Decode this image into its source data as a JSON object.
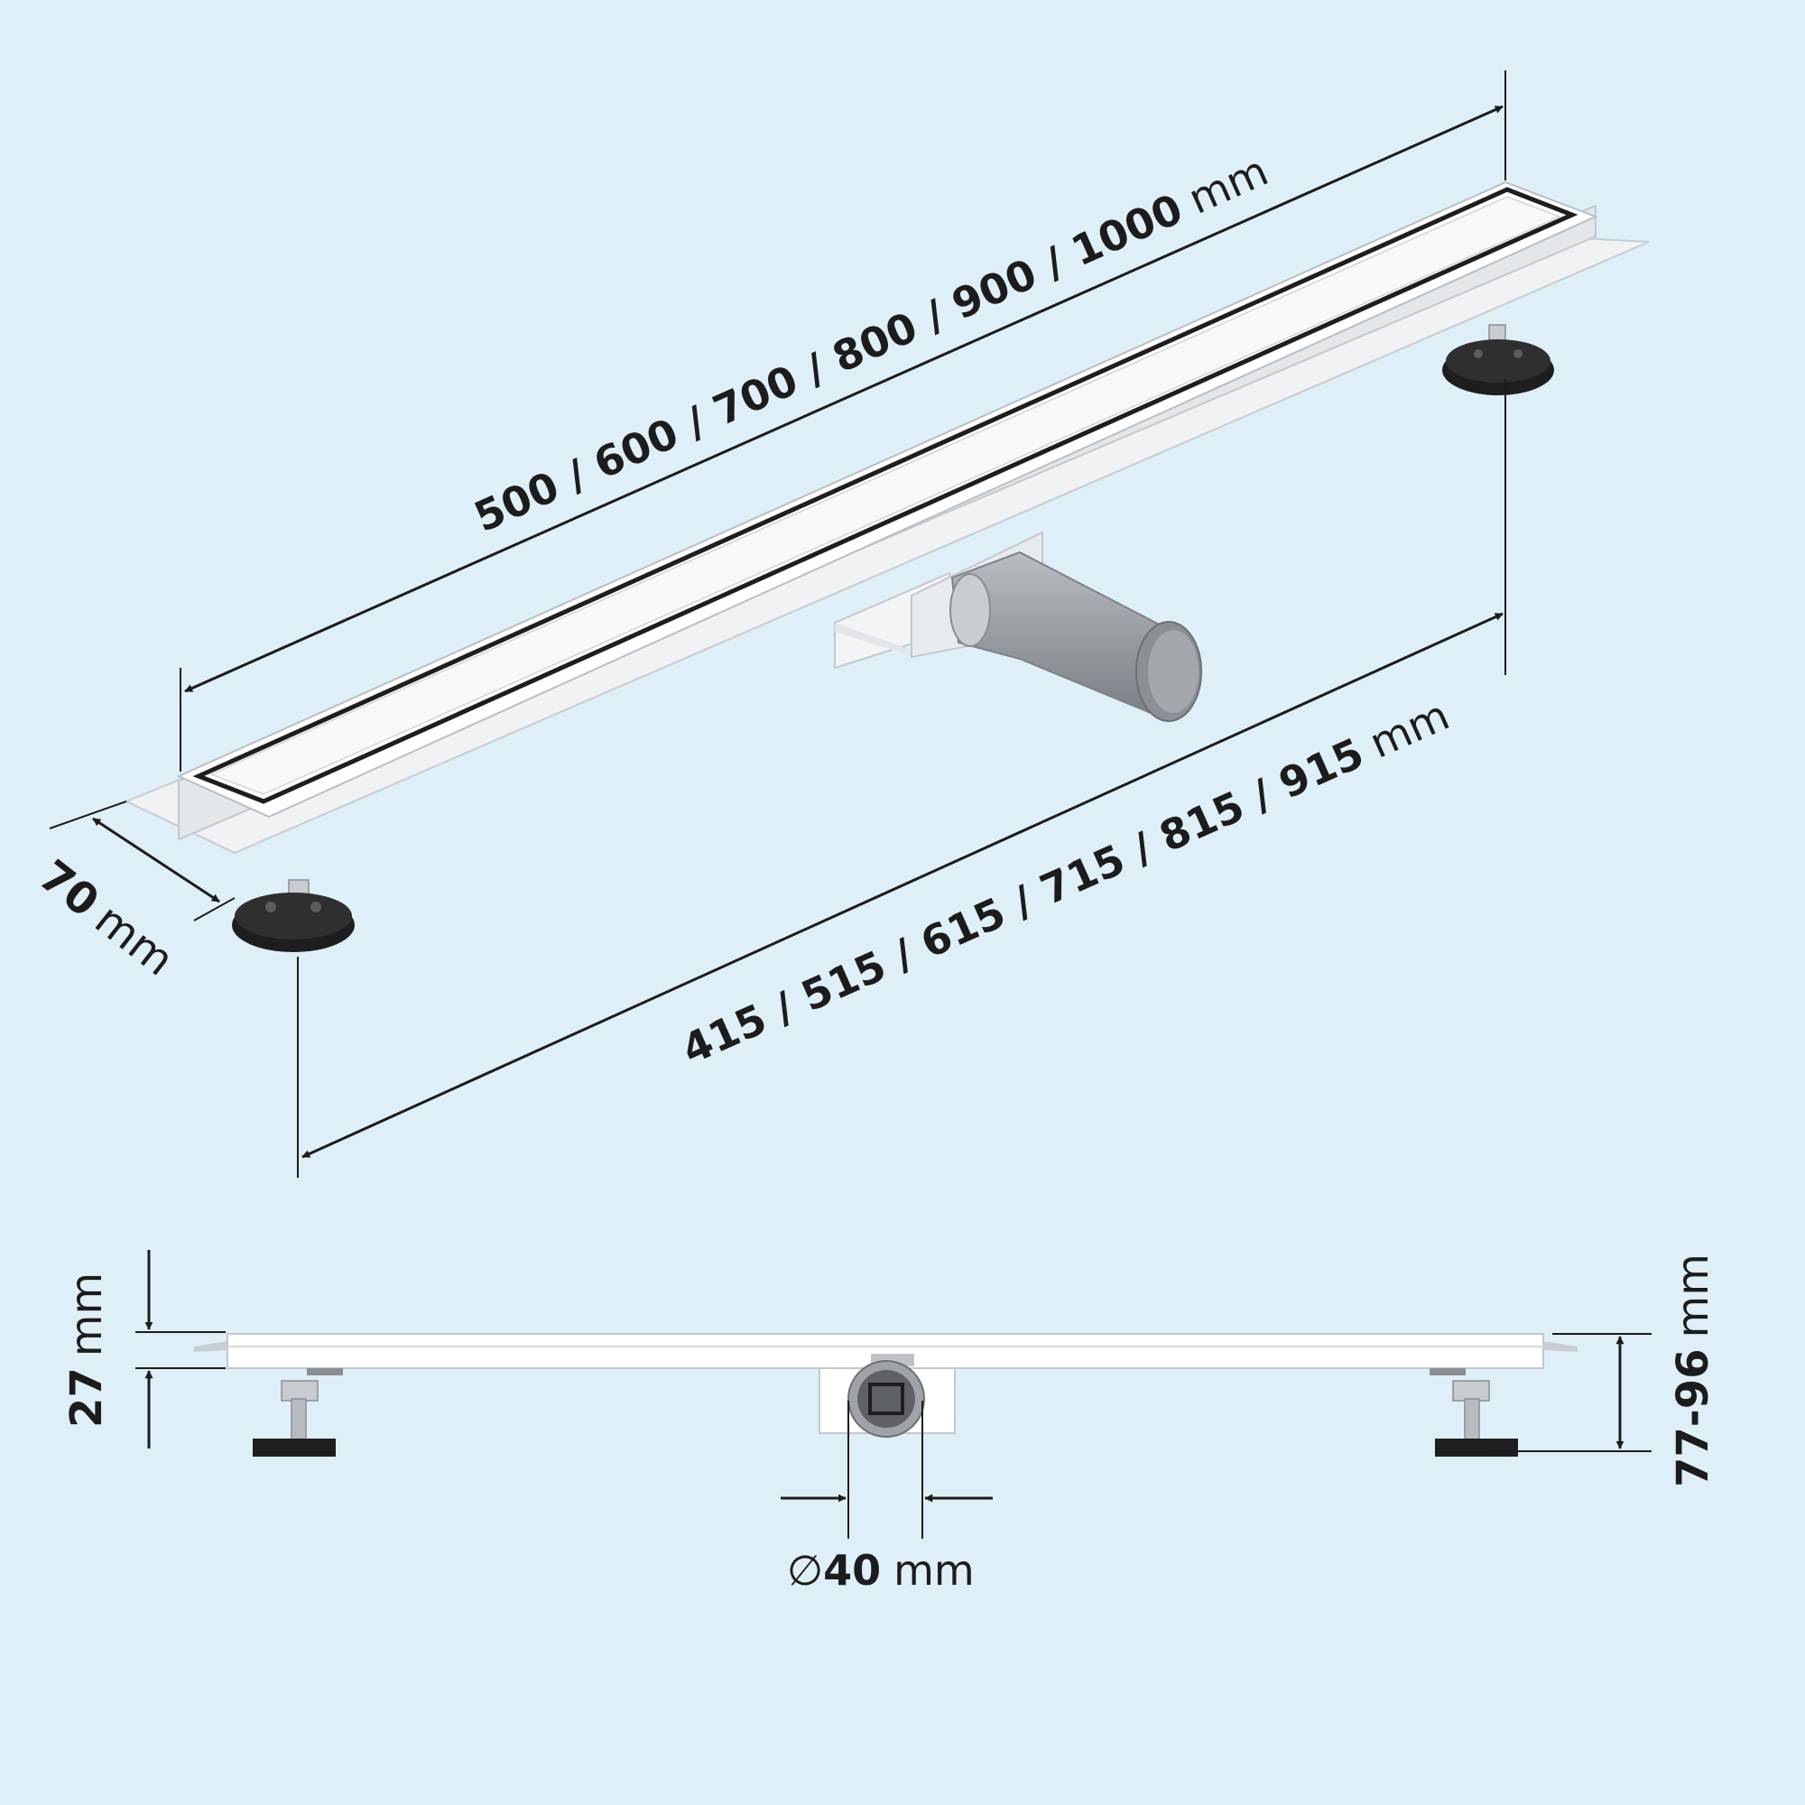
{
  "dimensions": {
    "grate_length": {
      "value": "500 / 600 / 700 / 800 / 900 / 1000",
      "unit": "mm"
    },
    "feet_distance": {
      "value": "415 / 515 / 615 / 715 / 815 / 915",
      "unit": "mm"
    },
    "width": {
      "value": "70",
      "unit": "mm"
    },
    "flange_height": {
      "value": "27",
      "unit": "mm"
    },
    "total_height": {
      "value": "77-96",
      "unit": "mm"
    },
    "outlet_diameter": {
      "symbol": "∅",
      "value": "40",
      "unit": "mm"
    }
  },
  "colors": {
    "background": "#dfeff8",
    "ink": "#1c1c1c",
    "steel": "#e9ecef",
    "pipe": "#9a9ea3",
    "feet": "#1e1e1e"
  }
}
